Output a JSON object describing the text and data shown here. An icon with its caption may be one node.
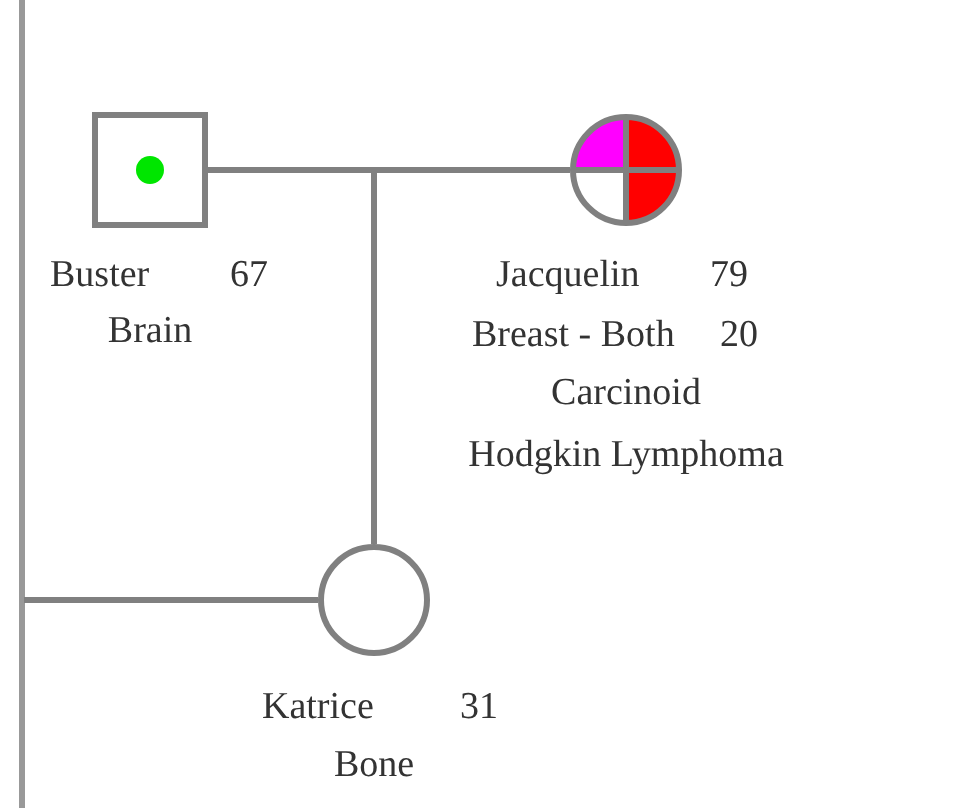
{
  "diagram": {
    "nodes": [
      {
        "text": [],
        "shape": "box",
        "beside": [
          "Buster",
          "67",
          "Brain"
        ]
      },
      {
        "text": [],
        "shape": "circle",
        "beside": [
          "Jacquelin",
          "79",
          "Breast - Both",
          "20",
          "Carcinoid",
          "Hodgkin Lymphoma"
        ]
      },
      {
        "text": [],
        "shape": "circle",
        "beside": [
          "Katrice",
          "31",
          "Bone"
        ]
      }
    ],
    "edges": [
      {
        "from": 0,
        "to": 1,
        "arrow": "none"
      },
      {
        "from": 0,
        "to": 2,
        "arrow": "none"
      },
      {
        "from": 1,
        "to": 2,
        "arrow": "none"
      },
      {
        "from": null,
        "to": 2,
        "arrow": "none"
      }
    ]
  }
}
